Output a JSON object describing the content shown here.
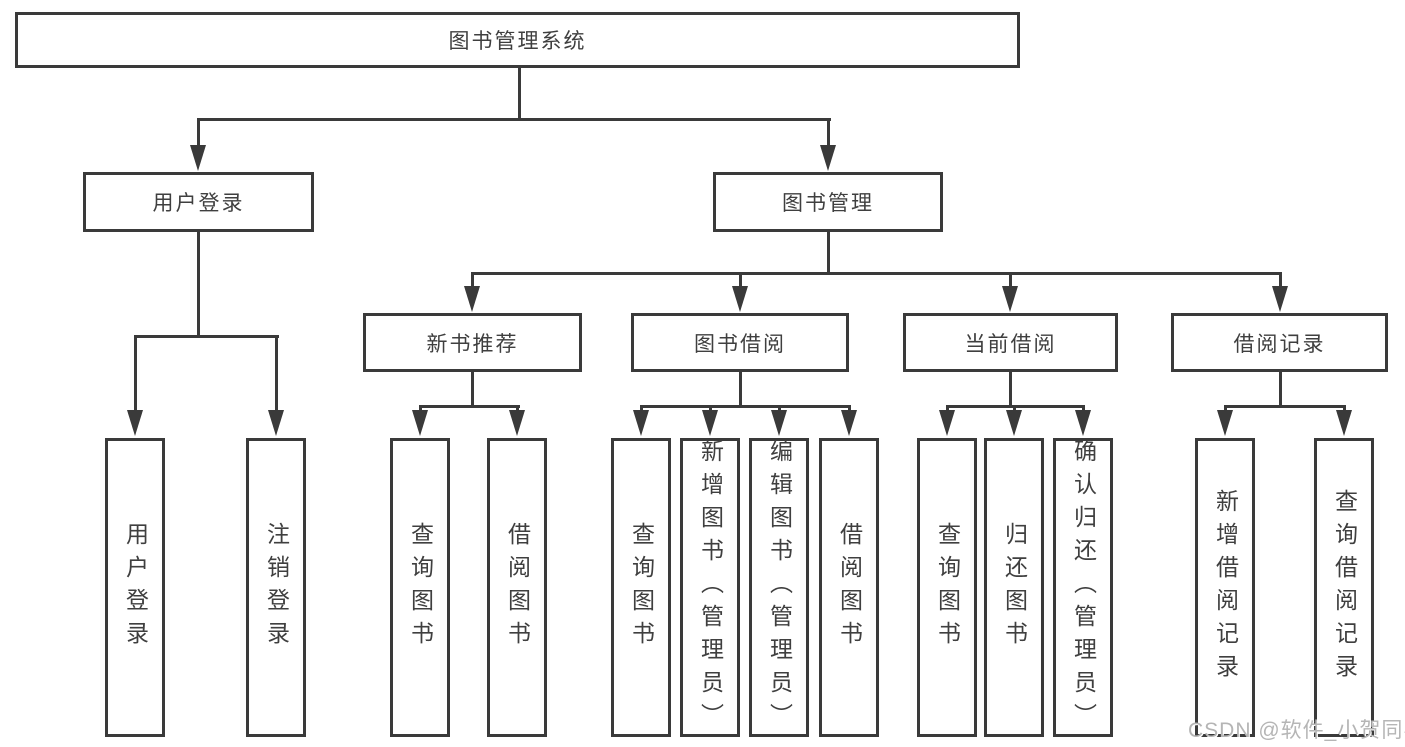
{
  "diagram": {
    "root": "图书管理系统",
    "level2": [
      "用户登录",
      "图书管理"
    ],
    "level3": [
      "新书推荐",
      "图书借阅",
      "当前借阅",
      "借阅记录"
    ],
    "leaves": {
      "user_login": [
        "用户登录",
        "注销登录"
      ],
      "new_book": [
        "查询图书",
        "借阅图书"
      ],
      "book_borrow": [
        "查询图书",
        "新增图书（管理员）",
        "编辑图书（管理员）",
        "借阅图书"
      ],
      "current_borrow": [
        "查询图书",
        "归还图书",
        "确认归还（管理员）"
      ],
      "borrow_record": [
        "新增借阅记录",
        "查询借阅记录"
      ]
    }
  },
  "watermark": "CSDN @软件_小贺同学",
  "colors": {
    "line": "#3a3a3a",
    "text": "#3f3f3f",
    "watermark": "#b5b5b5",
    "background": "#ffffff"
  }
}
